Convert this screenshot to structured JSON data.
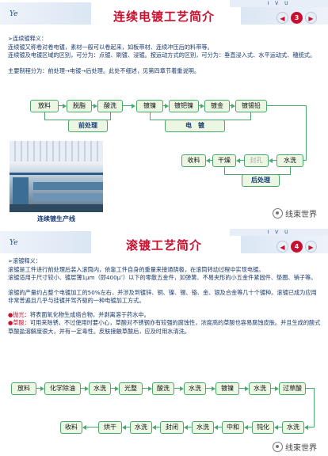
{
  "slide1": {
    "logo": "Ye",
    "top_strip": "I V U",
    "title": "连续电镀工艺简介",
    "nav": {
      "prev": "◀",
      "page": "3",
      "next": "▶"
    },
    "intro": {
      "line1": "➢连续镀释义：",
      "line2": "连续镀又称卷对卷电镀，素材一般可以卷起来，如板带材、连续冲压后的料带等。",
      "line3": "连续镀及电镀区域的区别，可分为：点镀、刷镀、浸镀。按运动方式的区别，可分为：垂直浸入式、水平运动式、穗统式。",
      "line4": "主要制程分为：前处理→电镀→后处理。此处不细述，见第四章节着重说明。"
    },
    "flow_row1": [
      "放料",
      "脱脂",
      "酸洗",
      "镀镍",
      "镀钯镍",
      "镀金",
      "镀锡铅"
    ],
    "group_pre": "前处理",
    "group_plating": "电　镀",
    "flow_row2": [
      "收料",
      "干燥",
      "封孔",
      "水洗"
    ],
    "group_post": "后处理",
    "photo_caption": "连续镀生产线",
    "watermark": "线束世界"
  },
  "slide2": {
    "logo": "Ye",
    "top_strip": "I V U",
    "title": "滚镀工艺简介",
    "nav": {
      "prev": "◀",
      "page": "4",
      "next": "▶"
    },
    "intro": {
      "line1": "➢滚镀释义：",
      "line2": "滚镀是工件进行前处理后装入滚筒内，依靠工件自身的重量来接通阴极，在滚筒转动过程中实现电镀。",
      "line3": "滚镀适用于尺寸较小、镀层薄1μm（即400μ″）以下的零散五金件，如弹簧、不易夹形的小五金件紧固件、垫圈、销子等。",
      "line4": "滚镀的产量约占整个电镀加工的50%左右，并涉及到镀锌、铜、镍、锡、铬、金、银及合金等几十个镀种。滚镀已成为应用非常普遍且几乎与挂镀并驾齐驱的一种电镀加工方式。",
      "line5_prefix": "●抛光：",
      "line5": "将表面氧化物生成络合物，并剥离溶于药水中。",
      "line6_prefix": "●草酸：",
      "line6": "可用来除锈，不过使用时要小心，草酸对不锈钢亦有较强的腐蚀性，浓度高的草酸也容易腐蚀皮肤。并且生成的酸式草酸盐溶解度很大，并有一定毒性。皮肤接触草酸后，应及时用水清洗。"
    },
    "flow_row1": [
      "放料",
      "化学除油",
      "水洗",
      "光整",
      "酸洗",
      "水洗",
      "镀镍",
      "水洗",
      "过草酸"
    ],
    "flow_row2": [
      "收料",
      "烘干",
      "水洗",
      "封闭",
      "水洗",
      "中和",
      "钝化",
      "水洗"
    ],
    "watermark": "线束世界"
  }
}
